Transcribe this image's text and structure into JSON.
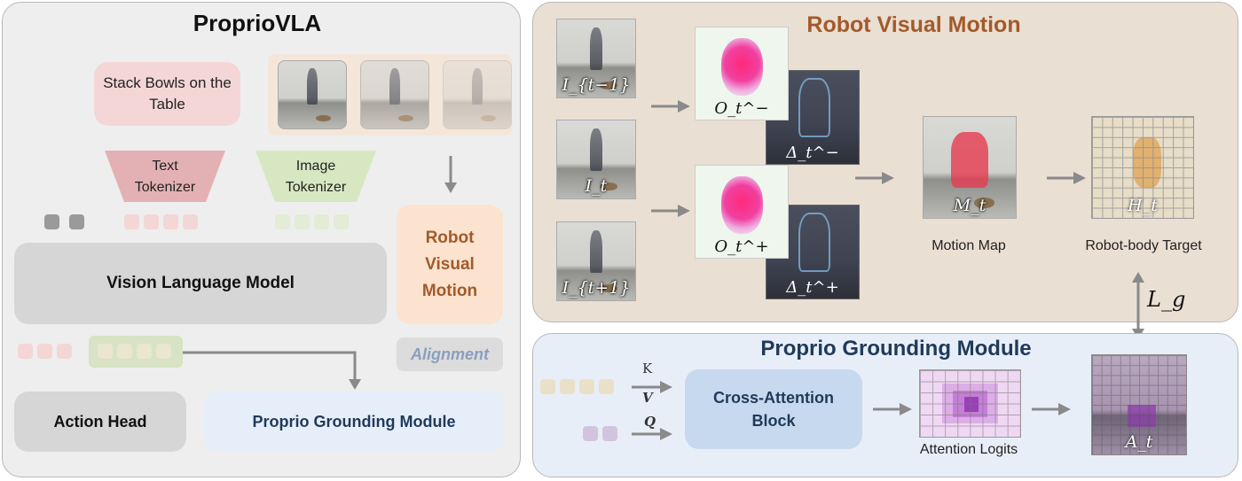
{
  "left": {
    "title": "ProprioVLA",
    "task": "Stack Bowls on the Table",
    "text_tokenizer": "Text Tokenizer",
    "image_tokenizer": "Image Tokenizer",
    "rvm": "Robot Visual Motion",
    "vlm": "Vision Language Model",
    "alignment": "Alignment",
    "action_head": "Action Head",
    "pgm": "Proprio Grounding Module"
  },
  "rvm": {
    "title": "Robot Visual Motion",
    "frames": [
      "I_{t−1}",
      "I_t",
      "I_{t+1}"
    ],
    "flow_minus": "O_t^−",
    "flow_plus": "O_t^+",
    "delta_minus": "Δ_t^−",
    "delta_plus": "Δ_t^+",
    "motion_var": "M_t",
    "motion_map": "Motion Map",
    "target_var": "H_t",
    "target": "Robot-body Target"
  },
  "loss": "L_g",
  "pgm": {
    "title": "Proprio Grounding Module",
    "k": "K",
    "v": "V",
    "q": "Q",
    "cross_attention": "Cross-Attention Block",
    "attention_logits": "Attention Logits",
    "attn_var": "A_t"
  },
  "colors": {
    "left_panel": "#eeeeee",
    "rvm_panel": "#eadfd3",
    "pgm_panel": "#e8eef8",
    "rvm_text": "#a35a2a",
    "pgm_text": "#1f3a5a",
    "text_tok": "#e3b1b3",
    "image_tok": "#d7e7c2",
    "cross_attn": "#c7d9ee",
    "attention": "#a34ac3"
  }
}
